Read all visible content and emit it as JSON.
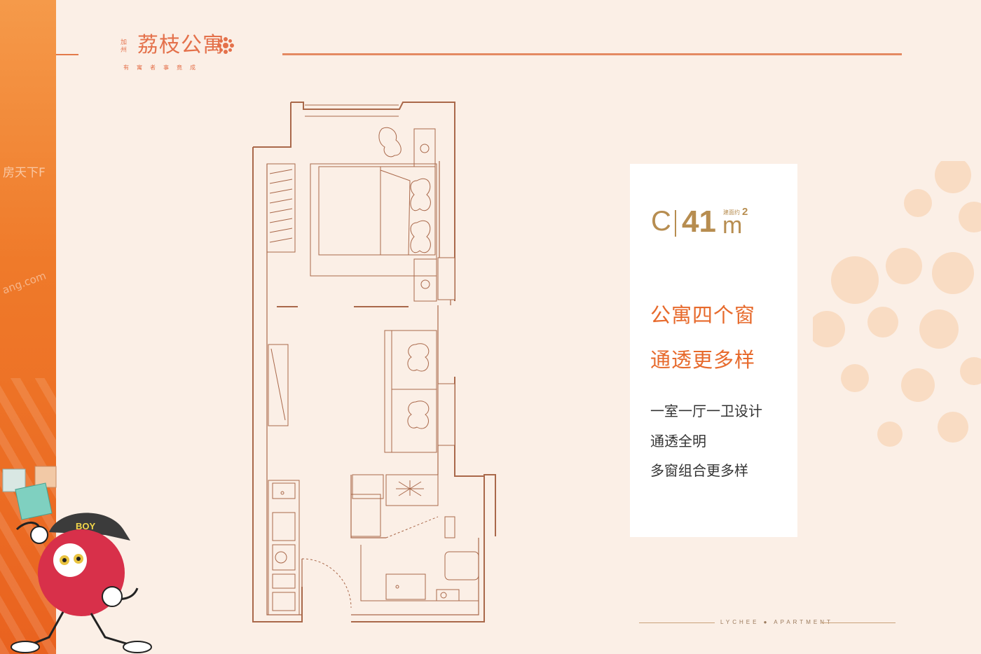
{
  "logo": {
    "prefix": "加州",
    "name": "荔枝公寓",
    "tagline": "有寓者事竟成",
    "icon": "flower-icon"
  },
  "unit": {
    "code": "C",
    "area": "41",
    "area_note": "建面约",
    "area_unit": "m",
    "area_sup": "2"
  },
  "headlines": [
    "公寓四个窗",
    "通透更多样"
  ],
  "features": [
    "一室一厅一卫设计",
    "通透全明",
    "多窗组合更多样"
  ],
  "footer": {
    "brand": "LYCHEE ● APARTMENT"
  },
  "watermark": {
    "text1": "房天下F",
    "text2": "ang.com"
  },
  "mascot": {
    "cap_text": "BOY"
  },
  "colors": {
    "accent_orange": "#e76a2c",
    "gold": "#b78d50",
    "wall": "#a9684a",
    "background": "#fbefe6"
  }
}
